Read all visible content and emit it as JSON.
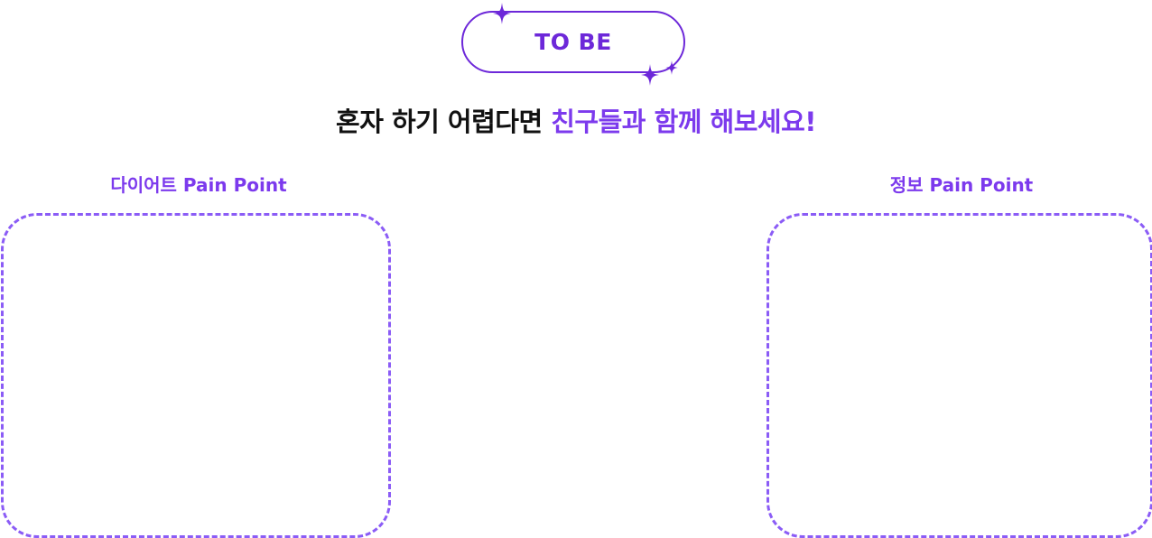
{
  "badge": {
    "label": "TO BE"
  },
  "headline": {
    "prefix": "혼자 하기 어렵다면 ",
    "accent": "친구들과 함께 해보세요!"
  },
  "columns": [
    {
      "label": "다이어트 Pain Point"
    },
    {
      "label": "정보 Pain Point"
    }
  ],
  "colors": {
    "accent": "#7c3aed",
    "border": "#6d28d9",
    "dash": "#8b5cf6",
    "text": "#111111"
  },
  "icons": {
    "sparkle": "sparkle-icon"
  }
}
